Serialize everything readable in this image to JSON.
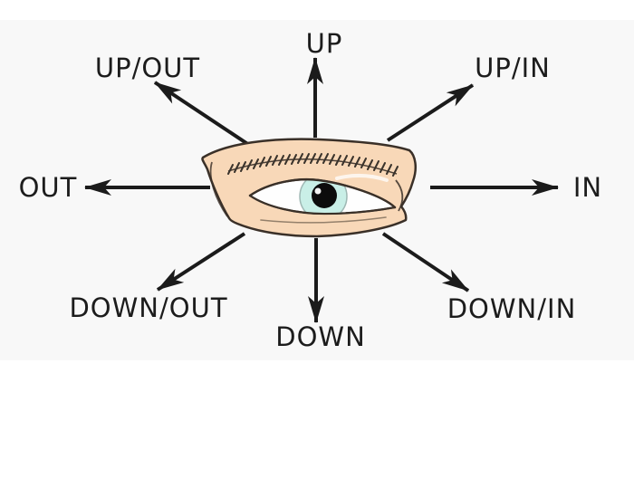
{
  "labels": {
    "up": "UP",
    "up_out": "UP/OUT",
    "up_in": "UP/IN",
    "out": "OUT",
    "in": "IN",
    "down_out": "DOWN/OUT",
    "down": "DOWN",
    "down_in": "DOWN/IN"
  },
  "colors": {
    "background": "#ffffff",
    "canvas_tint": "#f8f8f8",
    "arrow": "#1b1b1b",
    "text": "#1c1c1c",
    "skin": "#f8d8b8",
    "outline": "#3a3028",
    "sclera": "#fefefe",
    "iris": "#c9efe7",
    "pupil": "#0c0c0c"
  }
}
